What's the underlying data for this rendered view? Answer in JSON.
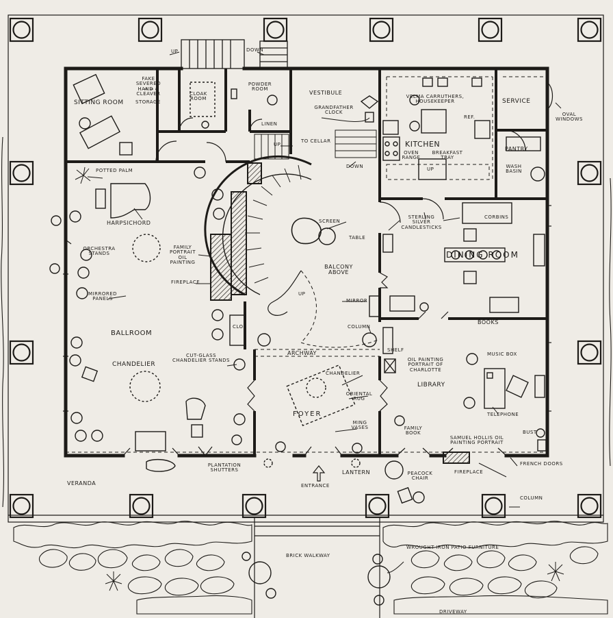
{
  "labels": {
    "sitting_room": "Sitting Room",
    "fake_hand": "Fake Severed Hand & Cleaver",
    "storage": "Storage",
    "cloak_room": "Cloak Room",
    "powder_room": "Powder Room",
    "linen": "Linen",
    "vestibule": "Vestibule",
    "grandfather_clock": "Grandfather Clock",
    "to_cellar": "To Cellar",
    "velma": "Velma Carruthers, Housekeeper",
    "service": "Service",
    "oval_windows": "Oval Windows",
    "kitchen": "Kitchen",
    "ref": "Ref.",
    "oven_range": "Oven Range",
    "breakfast_tray": "Breakfast Tray",
    "pantry": "Pantry",
    "wash_basin": "Wash Basin",
    "up_top_left": "Up",
    "down_top": "Down",
    "up_hall": "Up",
    "down_hall": "Down",
    "up_kitchen": "Up",
    "potted_palm": "Potted Palm",
    "harpsichord": "Harpsichord",
    "orchestra_stands": "Orchestra Stands",
    "family_portrait": "Family Portrait Oil Painting",
    "fireplace_ballroom": "Fireplace",
    "mirrored_panels": "Mirrored Panels",
    "ballroom": "Ballroom",
    "chandelier_ballroom": "Chandelier",
    "cut_glass": "Cut-Glass Chandelier Stands",
    "screen": "Screen",
    "table": "Table",
    "balcony_above": "Balcony Above",
    "up_stair": "Up",
    "clo": "Clo.",
    "mirror": "Mirror",
    "column_inner": "Column",
    "archway": "Archway",
    "candlesticks": "Sterling Silver Candlesticks",
    "corbins": "Corbins",
    "dining_room": "Dining Room",
    "books": "Books",
    "shelf": "Shelf",
    "charlotte": "Oil Painting Portrait of Charlotte",
    "library": "Library",
    "music_box": "Music Box",
    "telephone": "Telephone",
    "chandelier_foyer": "Chandelier",
    "oriental_rug": "Oriental Rug",
    "foyer": "Foyer",
    "ming_vases": "Ming Vases",
    "family_book": "Family Book",
    "samuel": "Samuel Hollis Oil Painting Portrait",
    "bust": "Bust",
    "veranda": "Veranda",
    "plantation_shutters": "Plantation Shutters",
    "entrance": "Entrance",
    "lantern": "Lantern",
    "peacock_chair": "Peacock Chair",
    "fireplace_library": "Fireplace",
    "french_doors": "French Doors",
    "column_outer": "Column",
    "brick_walkway": "Brick Walkway",
    "patio_furniture": "Wrought-Iron Patio Furniture",
    "driveway": "Driveway"
  },
  "colors": {
    "ink": "#1d1b18",
    "paper": "#efece6",
    "hatch": "#3a3632"
  }
}
